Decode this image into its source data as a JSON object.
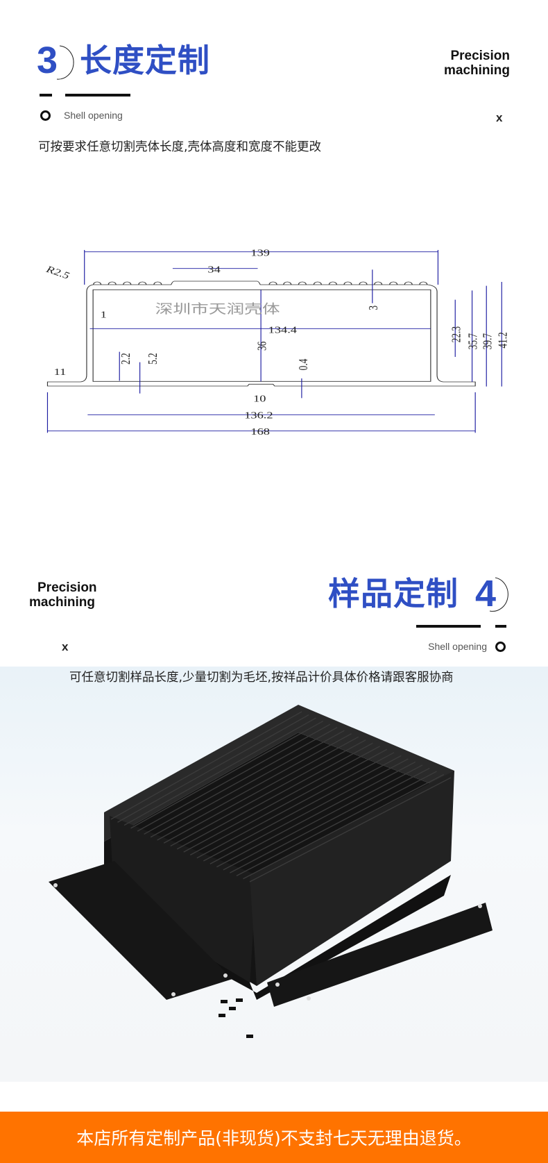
{
  "section3": {
    "number": "3",
    "title": "长度定制",
    "tagline": [
      "Precision",
      "machining"
    ],
    "shell_label": "Shell opening",
    "x_mark": "x",
    "description": "可按要求任意切割壳体长度,壳体高度和宽度不能更改"
  },
  "drawing": {
    "watermark": "深圳市天润壳体",
    "dims": {
      "top_width": "139",
      "groove": "34",
      "radius": "R2.5",
      "wall": "1",
      "inner_width": "134.4",
      "inner_height": "36",
      "slot_h1": "2.2",
      "slot_h2": "5.2",
      "flange": "11",
      "depth": "0.4",
      "bottom_slot": "10",
      "bottom_width": "136.2",
      "total_width": "168",
      "fin": "3",
      "h1": "22.3",
      "h2": "35.7",
      "h3": "39.7",
      "h4": "41.2"
    }
  },
  "section4": {
    "number": "4",
    "title": "样品定制",
    "tagline": [
      "Precision",
      "machining"
    ],
    "shell_label": "Shell opening",
    "x_mark": "x",
    "description": "可任意切割样品长度,少量切割为毛坯,按祥品计价具体价格请跟客服协商"
  },
  "footer": {
    "notice": "本店所有定制产品(非现货)不支封七天无理由退货。",
    "color": "#ff7300"
  },
  "colors": {
    "accent": "#2f4fc4",
    "dimension": "#1a1aa0"
  }
}
